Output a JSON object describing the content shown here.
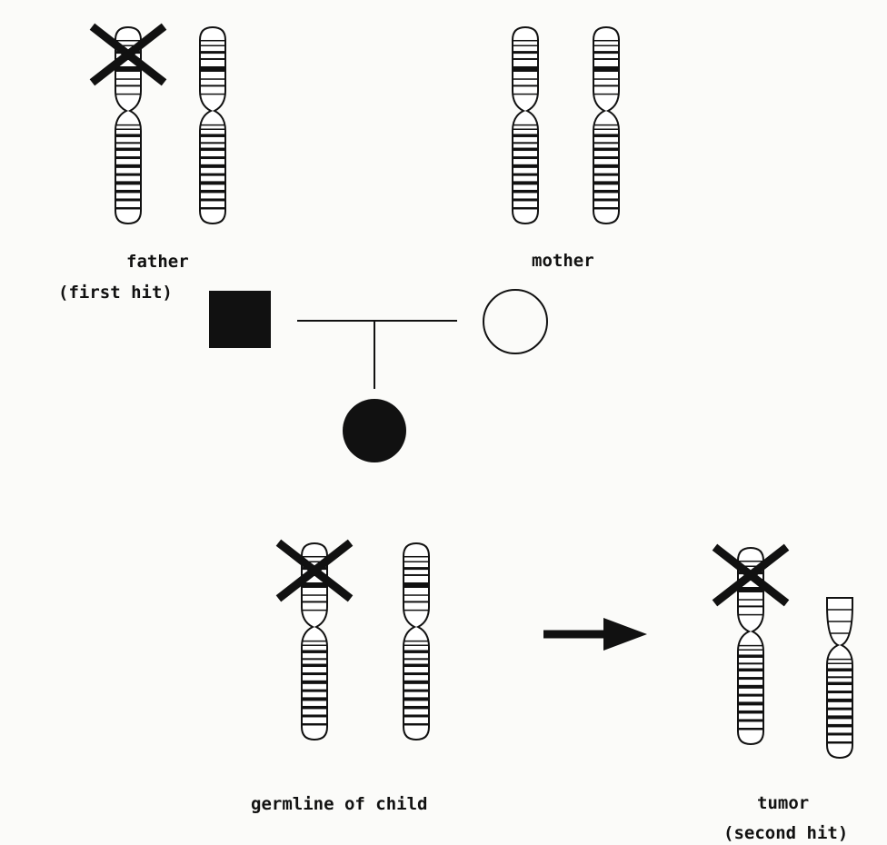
{
  "labels": {
    "father": "father",
    "father_note": "(first hit)",
    "mother": "mother",
    "germline": "germline of child",
    "tumor": "tumor",
    "tumor_note": "(second hit)"
  },
  "pedigree": {
    "father": {
      "symbol": "square",
      "affected": true
    },
    "mother": {
      "symbol": "circle",
      "affected": false
    },
    "child": {
      "symbol": "circle",
      "affected": true
    }
  },
  "chromosome_pairs": [
    {
      "group": "father",
      "chromosomes": [
        {
          "mutated": true,
          "arm_lost": false
        },
        {
          "mutated": false,
          "arm_lost": false
        }
      ]
    },
    {
      "group": "mother",
      "chromosomes": [
        {
          "mutated": false,
          "arm_lost": false
        },
        {
          "mutated": false,
          "arm_lost": false
        }
      ]
    },
    {
      "group": "germline",
      "chromosomes": [
        {
          "mutated": true,
          "arm_lost": false
        },
        {
          "mutated": false,
          "arm_lost": false
        }
      ]
    },
    {
      "group": "tumor",
      "chromosomes": [
        {
          "mutated": true,
          "arm_lost": false
        },
        {
          "mutated": false,
          "arm_lost": true
        }
      ]
    }
  ],
  "colors": {
    "ink": "#111111",
    "background": "#fbfbf9"
  }
}
